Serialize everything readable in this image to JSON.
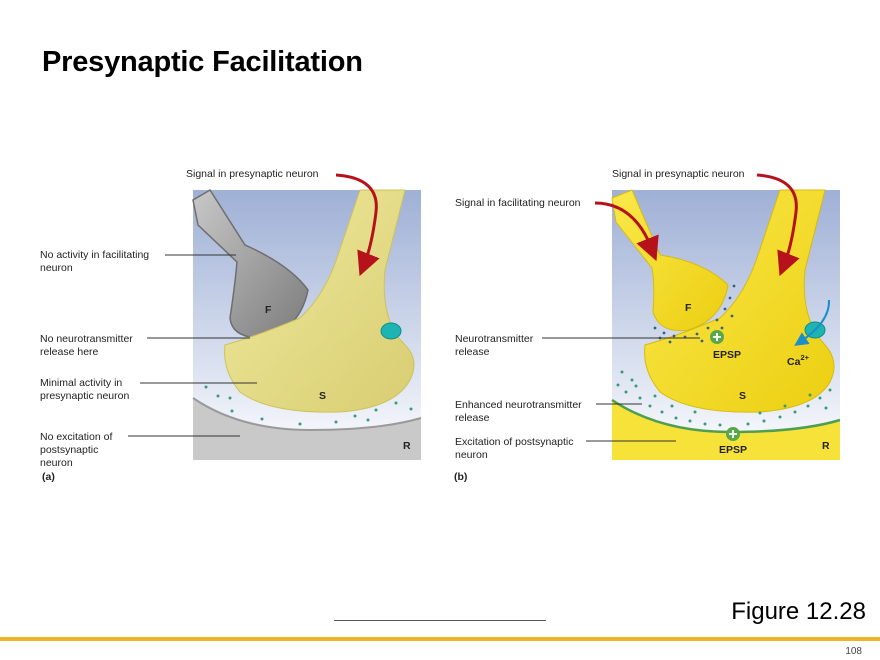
{
  "slide": {
    "title": "Presynaptic Facilitation",
    "figure_caption": "Figure 12.28",
    "page_number": "108"
  },
  "panel_a": {
    "letter": "(a)",
    "labels": {
      "signal_presynaptic": "Signal in presynaptic neuron",
      "no_activity_facilitating": "No activity in facilitating neuron",
      "no_neurotransmitter": "No neurotransmitter release here",
      "minimal_activity": "Minimal activity in presynaptic neuron",
      "no_excitation": "No excitation of postsynaptic neuron"
    },
    "nodes": {
      "F": "F",
      "S": "S",
      "R": "R"
    }
  },
  "panel_b": {
    "letter": "(b)",
    "labels": {
      "signal_presynaptic": "Signal in presynaptic neuron",
      "signal_facilitating": "Signal in facilitating neuron",
      "neurotransmitter_release": "Neurotransmitter release",
      "enhanced_release": "Enhanced neurotransmitter release",
      "excitation_postsynaptic": "Excitation of postsynaptic neuron"
    },
    "nodes": {
      "F": "F",
      "S": "S",
      "R": "R"
    },
    "epsp_top": "EPSP",
    "epsp_bottom": "EPSP",
    "ca_base": "Ca",
    "ca_sup": "2+"
  },
  "colors": {
    "yellow_neuron": "#f5dc2a",
    "pale_neuron": "#e9df8e",
    "gray_neuron": "#9b9b9b",
    "arrow_red": "#b5121b",
    "arrow_blue": "#1a8fc8",
    "epsp_green": "#5aa64b",
    "accent_gold": "#f0b323"
  }
}
